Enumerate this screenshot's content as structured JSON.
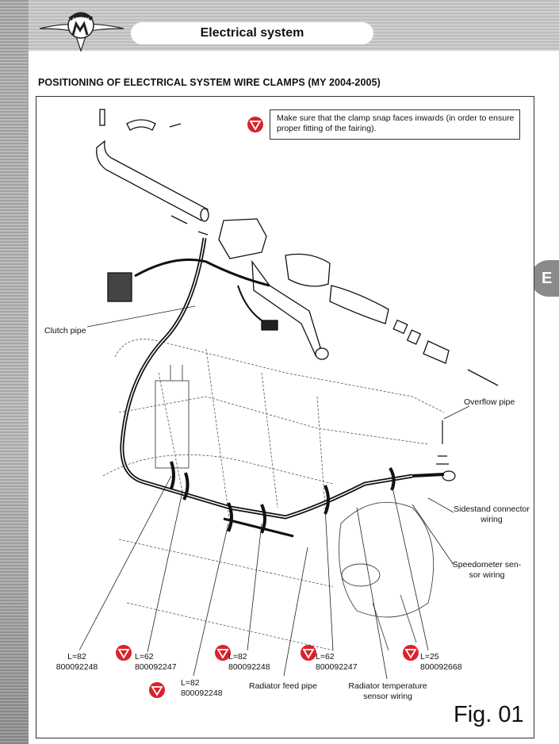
{
  "header": {
    "title": "Electrical system"
  },
  "section_title": "POSITIONING OF ELECTRICAL SYSTEM WIRE CLAMPS (MY 2004-2005)",
  "side_tab": "E",
  "logo": {
    "text": "AGUSTA"
  },
  "note": {
    "text": "Make sure that the clamp snap faces inwards (in order to ensure proper fitting of the fairing).",
    "icon": "warning-triangle-icon"
  },
  "callouts": {
    "clutch_pipe": "Clutch pipe",
    "overflow_pipe": "Overflow pipe",
    "sidestand": {
      "line1": "Sidestand connector",
      "line2": "wiring"
    },
    "speedometer": {
      "line1": "Speedometer sen-",
      "line2": "sor wiring"
    },
    "radiator_feed": "Radiator feed pipe",
    "radiator_temp": {
      "line1": "Radiator temperature",
      "line2": "sensor wiring"
    }
  },
  "clamps": [
    {
      "length": "L=82",
      "code": "800092248"
    },
    {
      "length": "L=62",
      "code": "800092247"
    },
    {
      "length": "L=82",
      "code": "800092248"
    },
    {
      "length": "L=82",
      "code": "800092248"
    },
    {
      "length": "L=62",
      "code": "800092247"
    },
    {
      "length": "L=25",
      "code": "800092668"
    }
  ],
  "figure_label": "Fig. 01",
  "colors": {
    "warning": "#d9222a",
    "sidebar": "#9a9a9a",
    "tab": "#8a8a8a"
  }
}
